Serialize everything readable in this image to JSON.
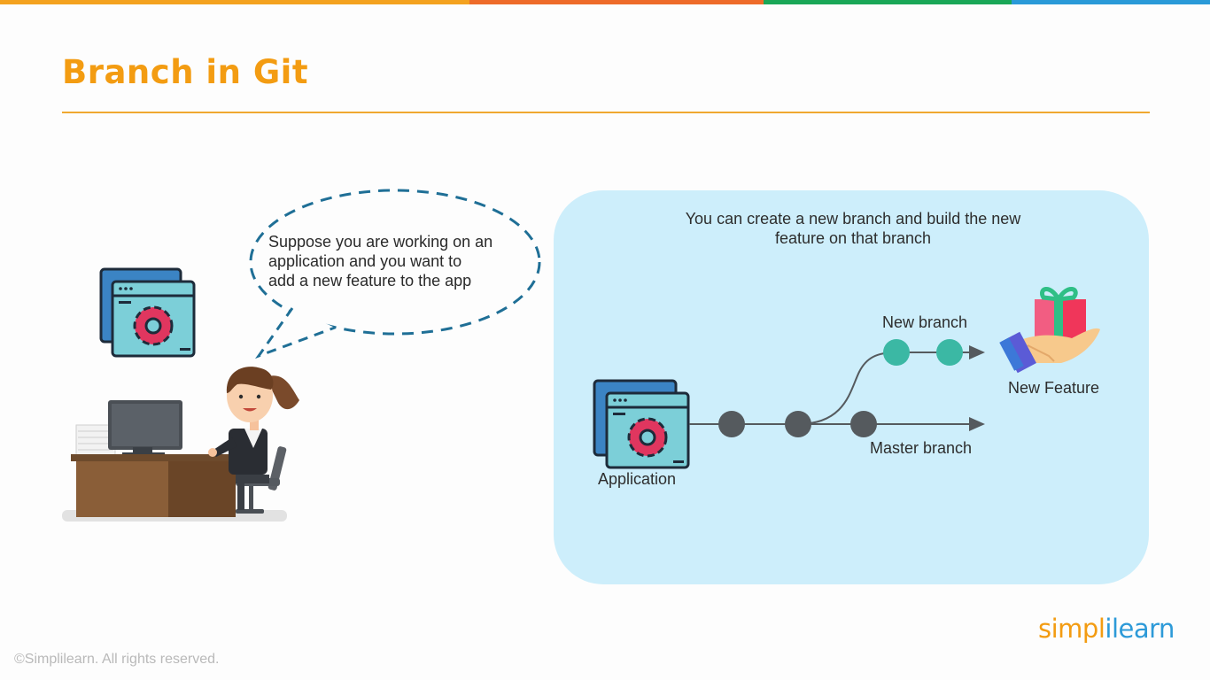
{
  "slide": {
    "title": "Branch in Git",
    "speech_bubble": {
      "lines": [
        "Suppose you are working on an",
        "application and you want to",
        "add a new feature to the app"
      ]
    },
    "panel": {
      "lines": [
        "You can create a new branch and build the new",
        "feature on that branch"
      ],
      "application_label": "Application",
      "new_branch_label": "New branch",
      "master_branch_label": "Master branch",
      "new_feature_label": "New Feature"
    },
    "icons": {
      "app_window": "app-settings-icon",
      "woman": "woman-at-desk-illustration",
      "gift": "gift-on-hand-icon"
    }
  },
  "footer": {
    "copyright": "©Simplilearn. All rights reserved.",
    "logo_part1": "simpl",
    "logo_part2": "ilearn"
  },
  "colors": {
    "top_bar": [
      "#f4a21f",
      "#ee6b2a",
      "#1aa757",
      "#2a9ad8"
    ],
    "title": "#f39c12",
    "panel_bg": "#cdeefb",
    "master_commit": "#555a5e",
    "branch_commit": "#3bb8a4",
    "bubble_dash": "#1f6f96"
  }
}
